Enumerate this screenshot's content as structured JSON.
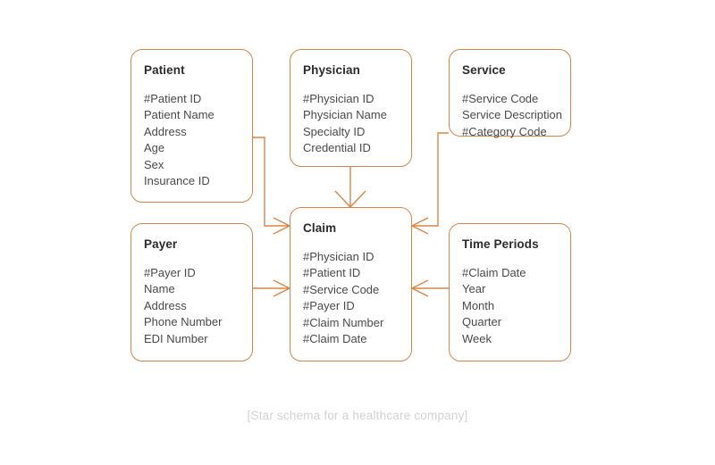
{
  "diagram": {
    "caption": "[Star schema for a healthcare company]",
    "accent_color": "#d8854a",
    "title_color": "#2b2b2b",
    "field_color": "#4a4a4a",
    "caption_color": "#d2d2d2",
    "background_color": "#ffffff",
    "notation": "crow's foot",
    "entities": [
      {
        "id": "patient",
        "title": "Patient",
        "fields": [
          "#Patient ID",
          "Patient Name",
          "Address",
          "Age",
          "Sex",
          "Insurance ID"
        ]
      },
      {
        "id": "physician",
        "title": "Physician",
        "fields": [
          "#Physician ID",
          "Physician Name",
          "Specialty ID",
          "Credential ID"
        ]
      },
      {
        "id": "service",
        "title": "Service",
        "fields": [
          "#Service Code",
          "Service Description",
          "#Category Code"
        ]
      },
      {
        "id": "claim",
        "title": "Claim",
        "fields": [
          "#Physician ID",
          "#Patient ID",
          "#Service Code",
          "#Payer ID",
          "#Claim Number",
          "#Claim Date"
        ]
      },
      {
        "id": "payer",
        "title": "Payer",
        "fields": [
          "#Payer ID",
          "Name",
          "Address",
          "Phone Number",
          "EDI Number"
        ]
      },
      {
        "id": "timeperiods",
        "title": "Time Periods",
        "fields": [
          "#Claim Date",
          "Year",
          "Month",
          "Quarter",
          "Week"
        ]
      }
    ],
    "relationships": [
      {
        "from": "patient",
        "to": "claim",
        "crow_foot_at": "claim"
      },
      {
        "from": "physician",
        "to": "claim",
        "crow_foot_at": "claim"
      },
      {
        "from": "service",
        "to": "claim",
        "crow_foot_at": "claim"
      },
      {
        "from": "payer",
        "to": "claim",
        "crow_foot_at": "claim"
      },
      {
        "from": "timeperiods",
        "to": "claim",
        "crow_foot_at": "claim"
      }
    ]
  }
}
